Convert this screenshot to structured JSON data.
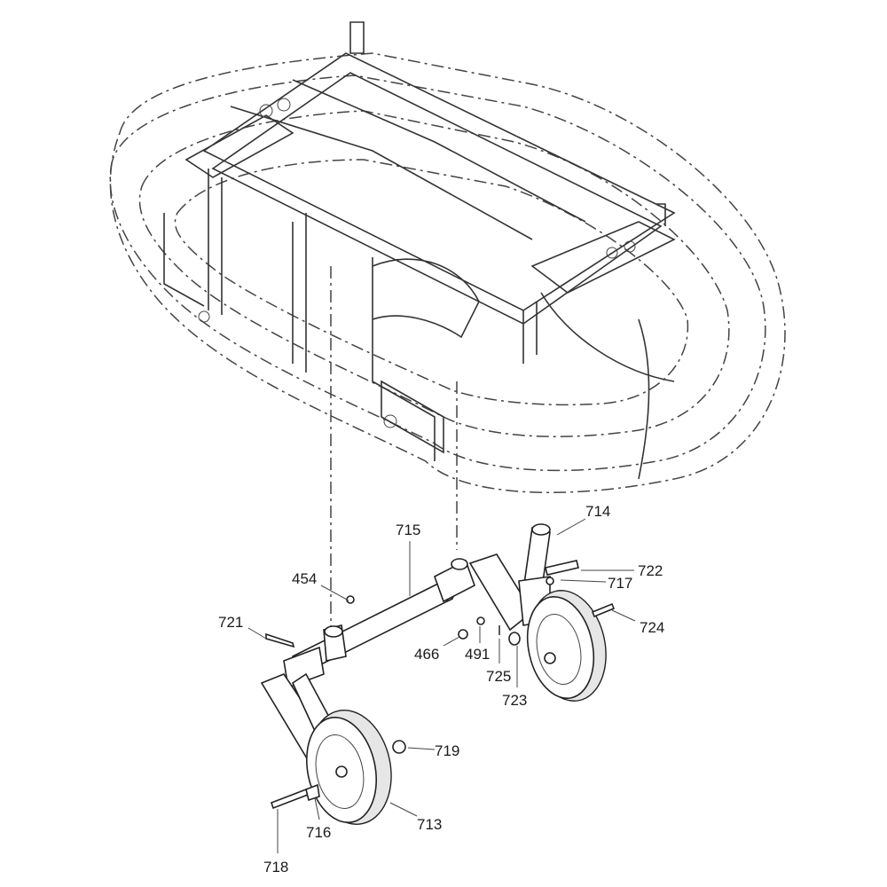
{
  "diagram": {
    "type": "exploded-parts-view",
    "callouts": [
      {
        "id": "714",
        "label": "714"
      },
      {
        "id": "715",
        "label": "715"
      },
      {
        "id": "722",
        "label": "722"
      },
      {
        "id": "717",
        "label": "717"
      },
      {
        "id": "454",
        "label": "454"
      },
      {
        "id": "724",
        "label": "724"
      },
      {
        "id": "721",
        "label": "721"
      },
      {
        "id": "466",
        "label": "466"
      },
      {
        "id": "491",
        "label": "491"
      },
      {
        "id": "725",
        "label": "725"
      },
      {
        "id": "723",
        "label": "723"
      },
      {
        "id": "719",
        "label": "719"
      },
      {
        "id": "713",
        "label": "713"
      },
      {
        "id": "716",
        "label": "716"
      },
      {
        "id": "718",
        "label": "718"
      }
    ]
  }
}
